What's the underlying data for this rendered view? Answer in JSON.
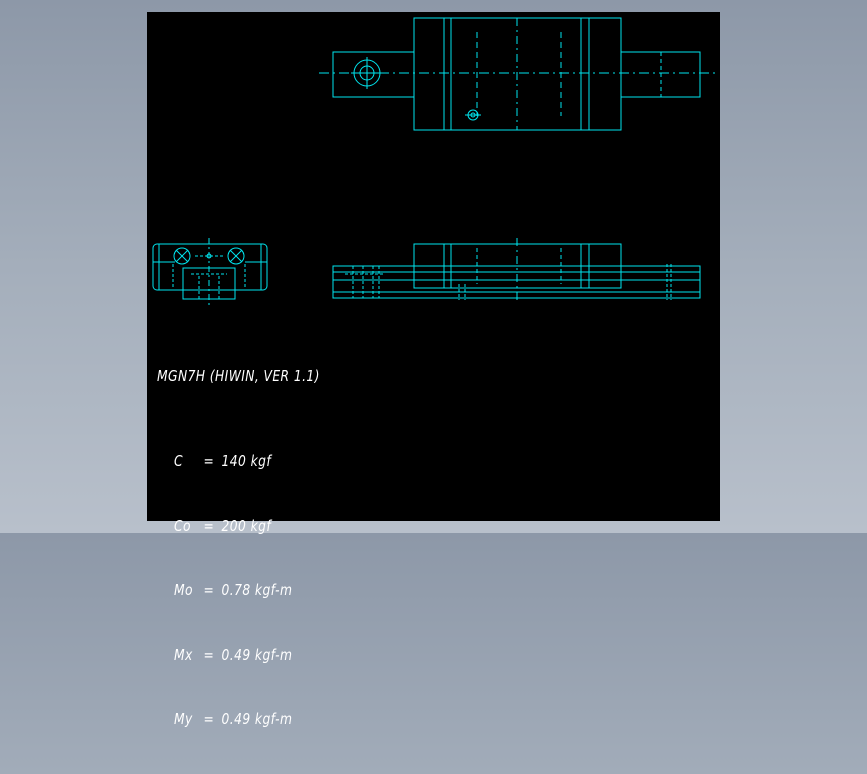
{
  "colors": {
    "background": "#000000",
    "outline": "#00e5ee",
    "text": "#ffffff",
    "frame": "#9aa4b2"
  },
  "title": "MGN7H (HIWIN, VER 1.1)",
  "specs": [
    {
      "symbol": "C",
      "eq": "=",
      "value": "140 kgf"
    },
    {
      "symbol": "Co",
      "eq": "=",
      "value": "200 kgf"
    },
    {
      "symbol": "Mo",
      "eq": "=",
      "value": "0.78 kgf-m"
    },
    {
      "symbol": "Mx",
      "eq": "=",
      "value": "0.49 kgf-m"
    },
    {
      "symbol": "My",
      "eq": "=",
      "value": "0.49 kgf-m"
    }
  ]
}
